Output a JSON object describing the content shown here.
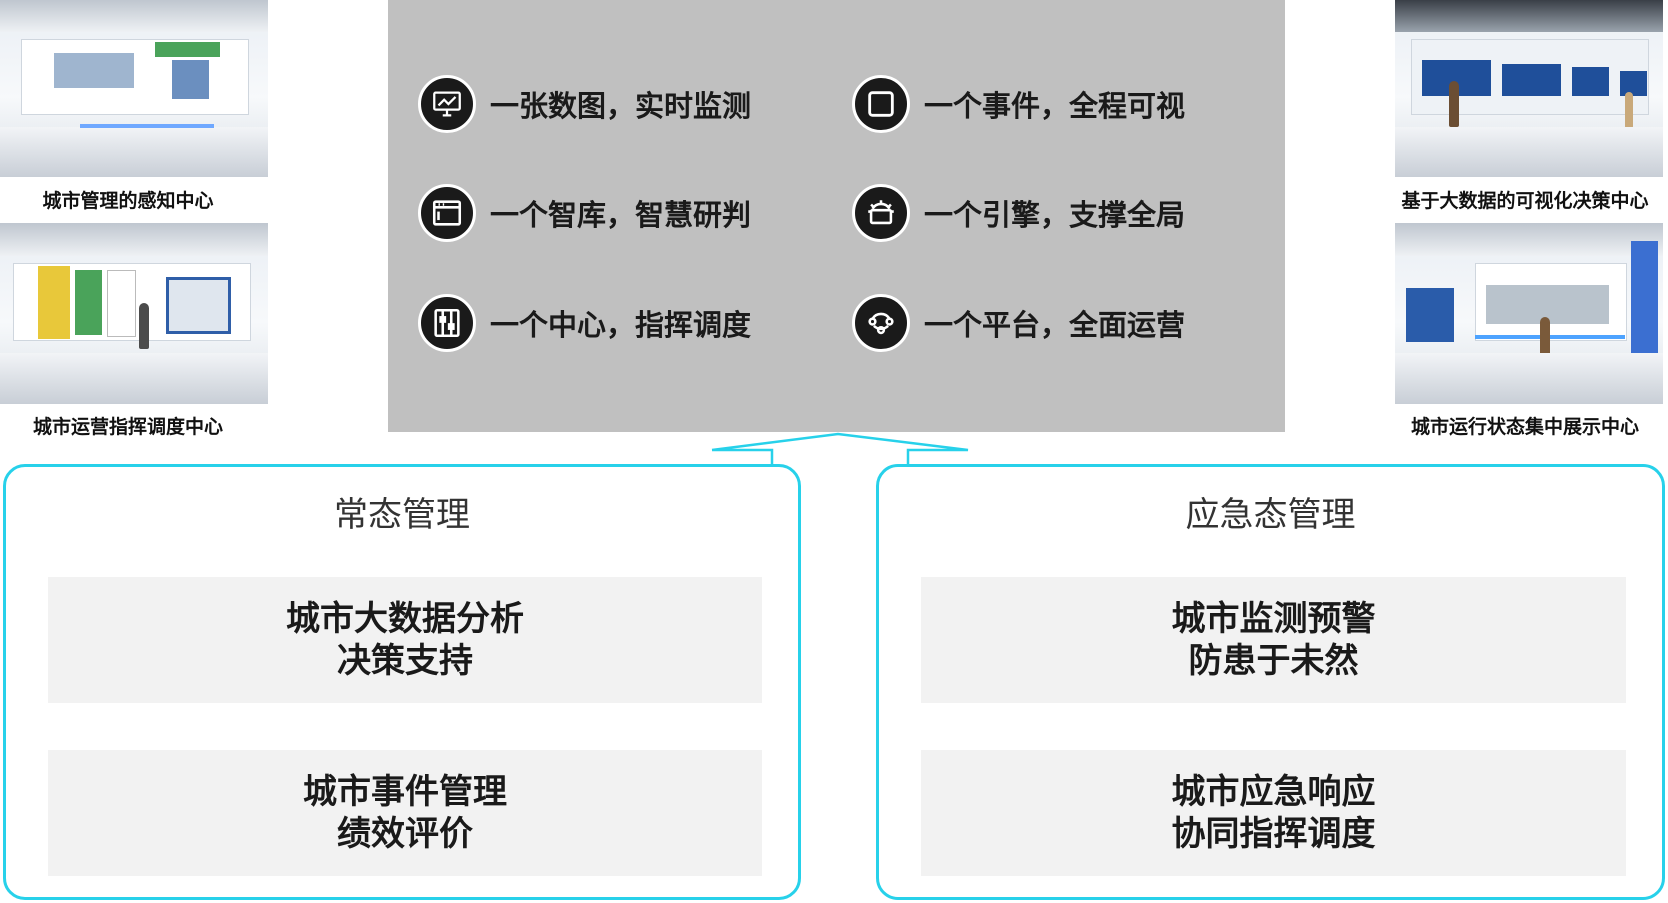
{
  "photos": {
    "top_left": {
      "caption": "城市管理的感知中心"
    },
    "bottom_left": {
      "caption": "城市运营指挥调度中心"
    },
    "top_right": {
      "caption": "基于大数据的可视化决策中心"
    },
    "bottom_right": {
      "caption": "城市运行状态集中展示中心"
    }
  },
  "features": [
    {
      "label": "一张数图，实时监测",
      "icon": "monitor-icon"
    },
    {
      "label": "一个事件，全程可视",
      "icon": "square-icon"
    },
    {
      "label": "一个智库，智慧研判",
      "icon": "window-icon"
    },
    {
      "label": "一个引擎，支撑全局",
      "icon": "gear-icon"
    },
    {
      "label": "一个中心，指挥调度",
      "icon": "control-panel-icon"
    },
    {
      "label": "一个平台，全面运营",
      "icon": "share-icon"
    }
  ],
  "normal": {
    "title": "常态管理",
    "cards": [
      {
        "line1": "城市大数据分析",
        "line2": "决策支持"
      },
      {
        "line1": "城市事件管理",
        "line2": "绩效评价"
      }
    ]
  },
  "emergency": {
    "title": "应急态管理",
    "cards": [
      {
        "line1": "城市监测预警",
        "line2": "防患于未然"
      },
      {
        "line1": "城市应急响应",
        "line2": "协同指挥调度"
      }
    ]
  },
  "colors": {
    "accent": "#27d1ea",
    "panel": "#c0c0c0",
    "card": "#f2f2f2",
    "icon_bg": "#1a1a1a"
  }
}
